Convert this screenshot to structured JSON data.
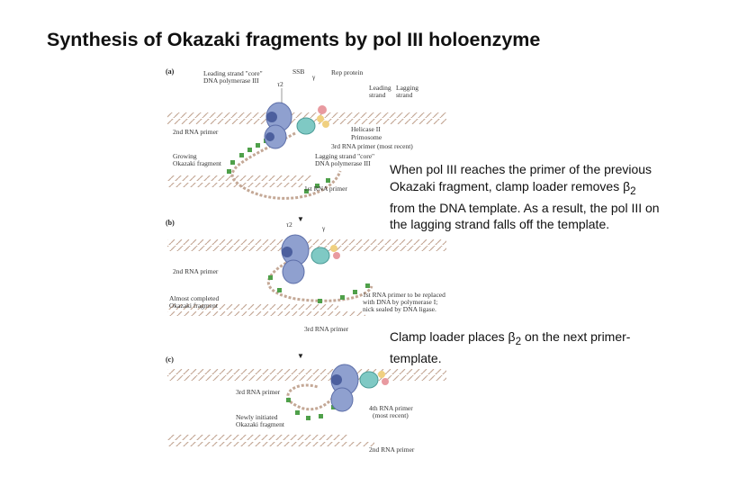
{
  "title": "Synthesis of Okazaki fragments by pol III holoenzyme",
  "captions": {
    "step1": {
      "before_beta": "When pol III reaches the primer of the previous Okazaki fragment, clamp loader removes ",
      "beta": "β",
      "sub": "2",
      "after_beta": " from the DNA template.  As a result, the pol III on the lagging strand falls off the template."
    },
    "step2": {
      "before_beta": "Clamp loader places ",
      "beta": "β",
      "sub": "2",
      "after_beta": " on the next primer-template."
    }
  },
  "figure": {
    "panels": [
      {
        "tag": "(a)",
        "labels": {
          "leading_core": "Leading strand \"core\"",
          "leading_core2": "DNA polymerase III",
          "tau2": "τ2",
          "ssb": "SSB",
          "gamma": "γ",
          "rep": "Rep protein",
          "leading": "Leading",
          "leading2": "strand",
          "lagging": "Lagging",
          "lagging2": "strand",
          "primer2": "2nd RNA primer",
          "helicase": "Helicase II",
          "primosome": "Primosome",
          "primer3": "3rd RNA primer (most recent)",
          "lagging_core": "Lagging strand \"core\"",
          "lagging_core2": "DNA polymerase III",
          "growing": "Growing",
          "growing2": "Okazaki fragment",
          "primer1": "1st RNA primer"
        }
      },
      {
        "tag": "(b)",
        "labels": {
          "tau2": "τ2",
          "gamma": "γ",
          "primer2": "2nd RNA primer",
          "almost": "Almost completed",
          "almost2": "Okazaki fragment",
          "replace1": "1st RNA primer to be replaced",
          "replace2": "with DNA by polymerase I;",
          "replace3": "nick sealed by DNA ligase.",
          "primer3": "3rd RNA primer"
        }
      },
      {
        "tag": "(c)",
        "labels": {
          "primer3": "3rd RNA primer",
          "newly": "Newly initiated",
          "newly2": "Okazaki fragment",
          "primer4": "4th RNA primer",
          "primer4b": "(most recent)",
          "primer2": "2nd RNA primer"
        }
      }
    ]
  },
  "colors": {
    "dna_strand": "#b59a86",
    "polymerase": "#8fa0cf",
    "clamp": "#4c5f9e",
    "ssb": "#4fa04a",
    "helicase": "#7fc9c4",
    "primosome": "#f0d080",
    "rep": "#e89aa0"
  }
}
